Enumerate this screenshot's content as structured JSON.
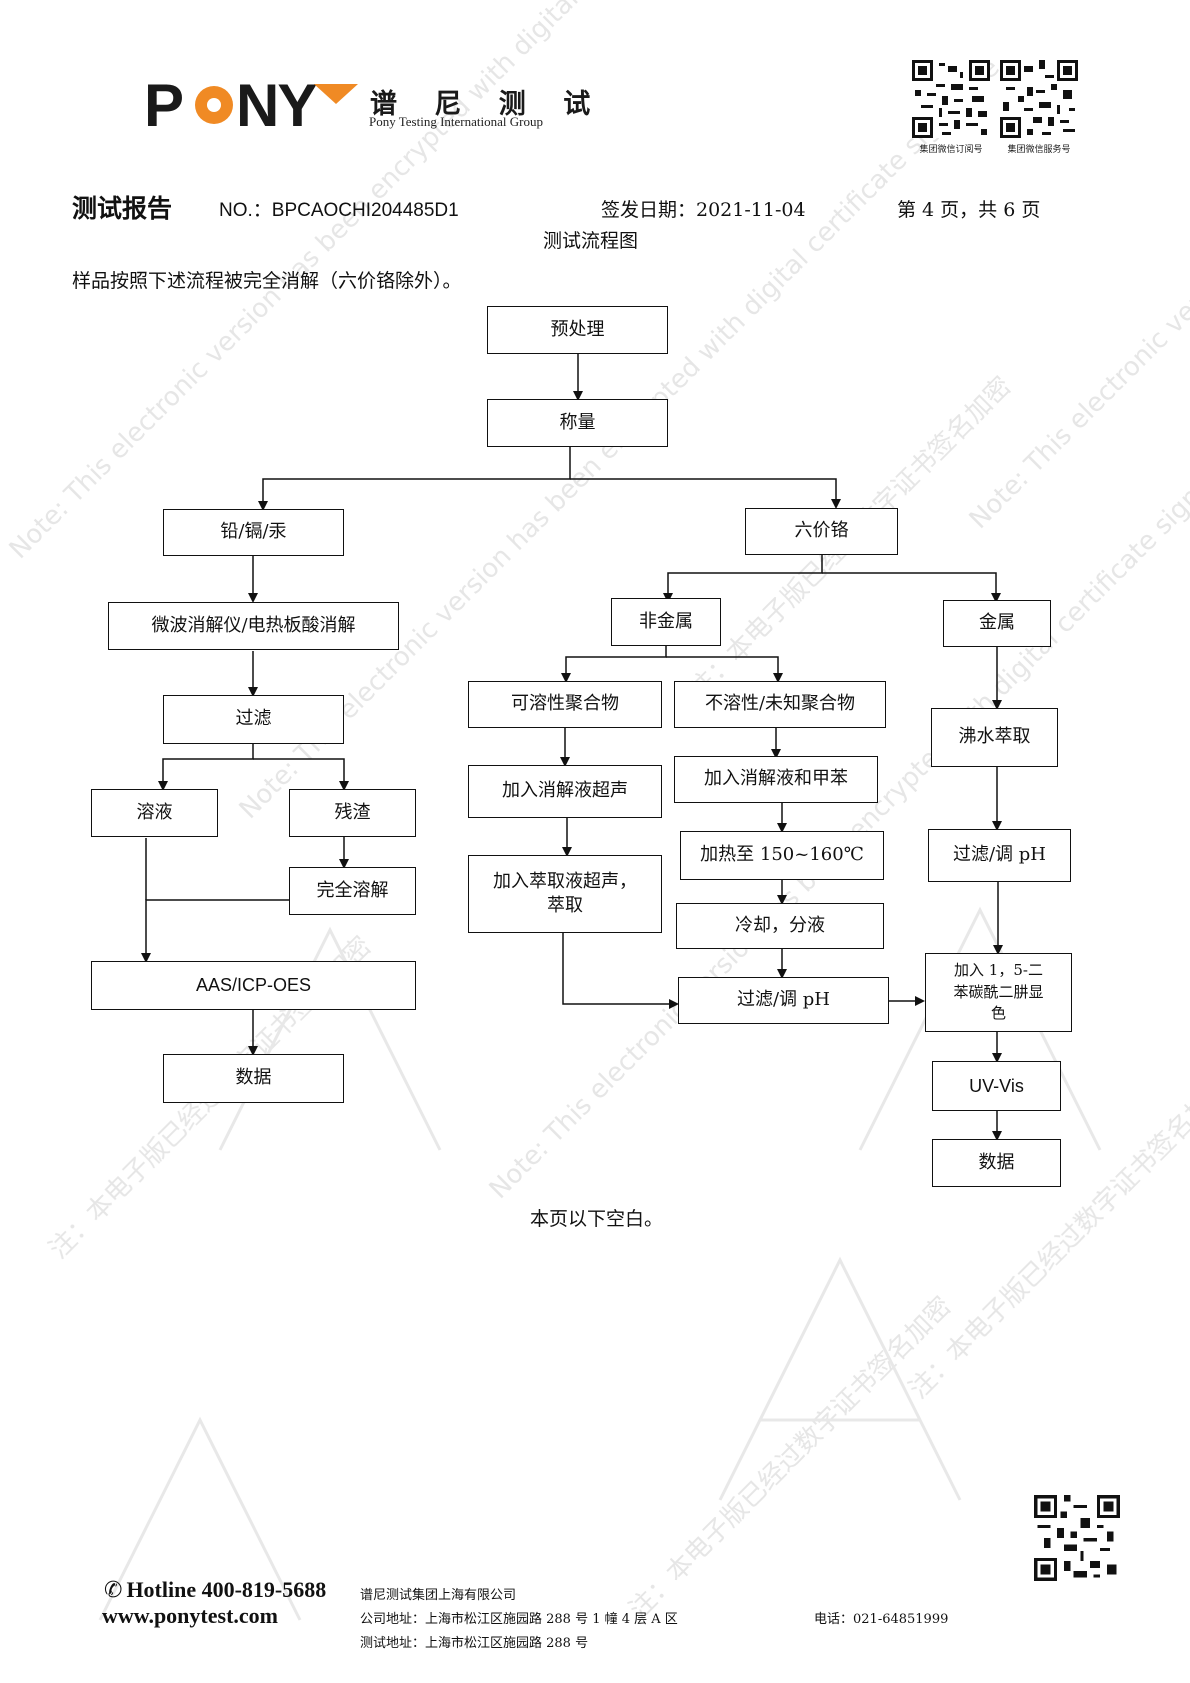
{
  "brand": {
    "logo_text": "PONY",
    "name_cn": "谱 尼 测 试",
    "name_en": "Pony Testing International Group"
  },
  "qr_codes": [
    {
      "label": "集团微信订阅号"
    },
    {
      "label": "集团微信服务号"
    }
  ],
  "header": {
    "report_title": "测试报告",
    "report_no": "NO.：BPCAOCHI204485D1",
    "issue_date": "签发日期：2021-11-04",
    "page_info": "第 4 页，共 6 页",
    "section_title": "测试流程图",
    "intro": "样品按照下述流程被完全消解（六价铬除外）。"
  },
  "flowchart": {
    "pretreatment": "预处理",
    "weighing": "称量",
    "pb_cd_hg": "铅/镉/汞",
    "cr6": "六价铬",
    "microwave": "微波消解仪/电热板酸消解",
    "filter_left": "过滤",
    "solution": "溶液",
    "residue": "残渣",
    "complete_dissolve": "完全溶解",
    "aas": "AAS/ICP-OES",
    "data_left": "数据",
    "nonmetal": "非金属",
    "metal": "金属",
    "soluble_polymer": "可溶性聚合物",
    "insoluble_polymer": "不溶性/未知聚合物",
    "add_digest_ultra": "加入消解液超声",
    "add_digest_toluene": "加入消解液和甲苯",
    "add_extract_ultra_1": "加入萃取液超声，",
    "add_extract_ultra_2": "萃取",
    "heat": "加热至 150~160℃",
    "cool": "冷却，分液",
    "filter_ph_mid": "过滤/调 pH",
    "boil_extract": "沸水萃取",
    "filter_ph_right": "过滤/调 pH",
    "dpc_1": "加入 1，5-二",
    "dpc_2": "苯碳酰二肼显",
    "dpc_3": "色",
    "uvvis": "UV-Vis",
    "data_right": "数据"
  },
  "blank_note": "本页以下空白。",
  "footer": {
    "hotline": "Hotline 400-819-5688",
    "website": "www.ponytest.com",
    "company": "谱尼测试集团上海有限公司",
    "company_address": "公司地址：上海市松江区施园路 288 号 1 幢 4 层 A 区",
    "test_address": "测试地址：上海市松江区施园路 288 号",
    "phone": "电话：021-64851999"
  },
  "watermark": {
    "cn": "注：本电子版已经过数字证书签名加密",
    "en": "Note: This electronic version has been encrypted with digital certificate signature"
  },
  "colors": {
    "logo_accent": "#f08a24",
    "watermark": "#d8d8d8"
  }
}
